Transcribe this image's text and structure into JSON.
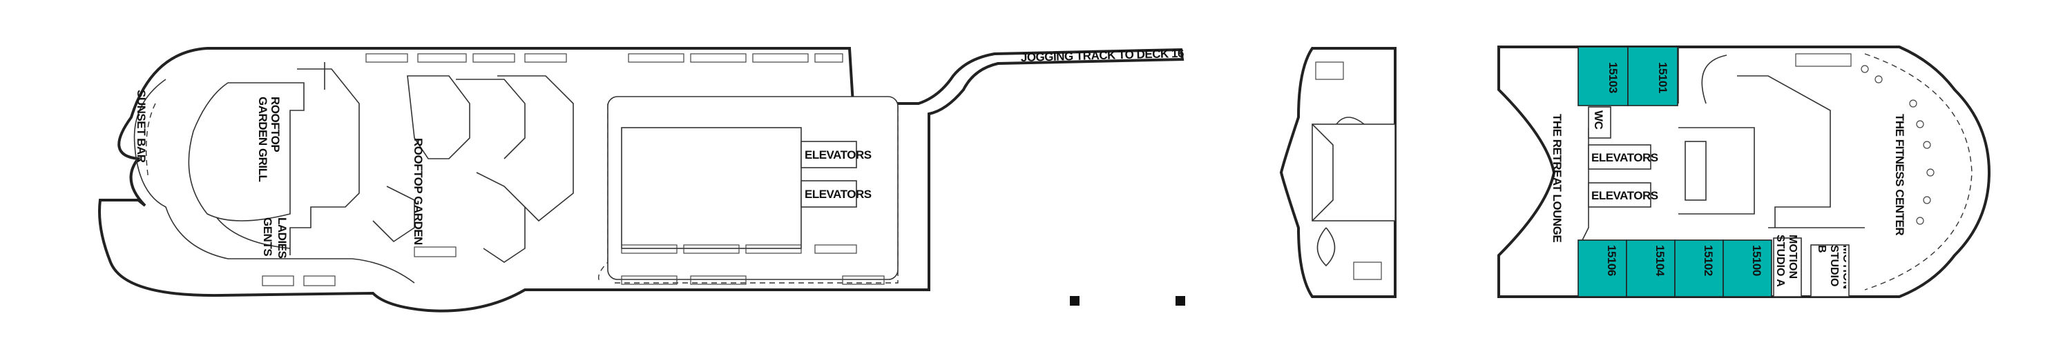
{
  "deck_plan": {
    "colors": {
      "cabin": "#00b3ad",
      "outline": "#222222",
      "background": "#ffffff"
    },
    "aft_section": {
      "labels": {
        "sunset_bar": "SUNSET BAR",
        "rooftop_garden_grill_1": "ROOFTOP",
        "rooftop_garden_grill_2": "GARDEN GRILL",
        "ladies": "LADIES",
        "gents": "GENTS",
        "rooftop_garden": "ROOFTOP GARDEN",
        "elevators_1": "ELEVATORS",
        "elevators_2": "ELEVATORS",
        "jogging_track": "JOGGING TRACK TO DECK 16"
      }
    },
    "forward_section": {
      "labels": {
        "retreat_lounge": "THE RETREAT LOUNGE",
        "fitness_center": "THE FITNESS CENTER",
        "wc": "WC",
        "elevators_1": "ELEVATORS",
        "elevators_2": "ELEVATORS",
        "motion_studio_a": "MOTION STUDIO A",
        "motion_studio_b": "MOTION STUDIO B"
      },
      "cabins_top": [
        "15103",
        "15101"
      ],
      "cabins_bottom": [
        "15106",
        "15104",
        "15102",
        "15100"
      ]
    }
  }
}
